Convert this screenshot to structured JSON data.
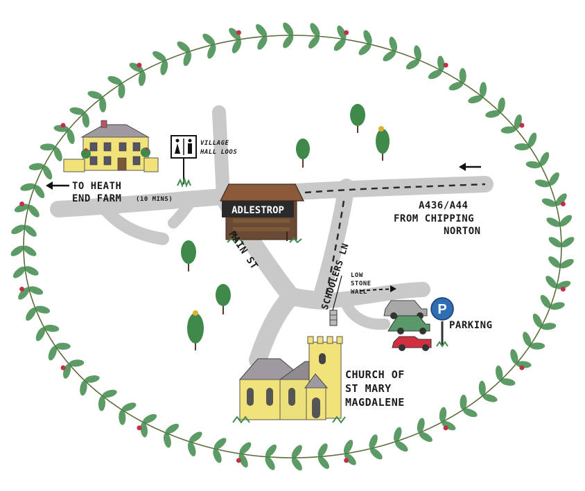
{
  "labels": {
    "to_heath_end_farm_1": "TO HEATH",
    "to_heath_end_farm_2": "END FARM",
    "to_heath_end_farm_time": "(10 MINS)",
    "village_hall_loos_1": "VILLAGE",
    "village_hall_loos_2": "HALL LOOS",
    "adlestrop_sign": "ADLESTROP",
    "main_st": "MAIN ST",
    "schoolers_ln": "SCHOOLERS LN",
    "road_1": "A436/A44",
    "road_2": "FROM CHIPPING",
    "road_3": "NORTON",
    "low_stone_wall_1": "LOW",
    "low_stone_wall_2": "STONE",
    "low_stone_wall_3": "WALL",
    "parking": "PARKING",
    "parking_sign": "P",
    "church_1": "CHURCH OF",
    "church_2": "ST MARY",
    "church_3": "MAGDALENE"
  },
  "colors": {
    "road": "#c9c9c9",
    "leaf": "#3f8a4a",
    "berry": "#c0304a",
    "building": "#f2e27a",
    "parking_sign": "#2f6db5",
    "sign_wood": "#7a5a3a"
  }
}
